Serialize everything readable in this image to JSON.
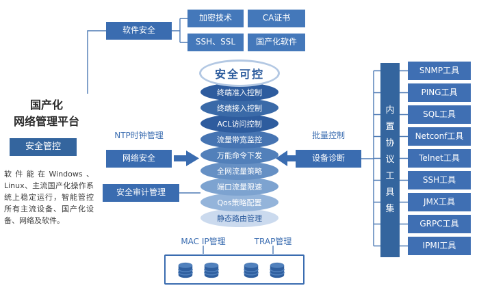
{
  "colors": {
    "accent": "#3a6cb0",
    "accent_dark": "#34659e",
    "grid_box": "#4478ba",
    "cylinder_layer_top": "#2e5c9e",
    "cylinder_layer_bottom": "#cbdaee",
    "label_text": "#3a6cb0"
  },
  "left": {
    "title_line1": "国产化",
    "title_line2": "网络管理平台",
    "control_button": "安全管控",
    "description": "软件能在Windows、Linux、主流国产化操作系统上稳定运行，智能管控所有主流设备、国产化设备、网络及软件。"
  },
  "top": {
    "software_security": "软件安全",
    "items": [
      "加密技术",
      "CA证书",
      "SSH、SSL",
      "国产化软件"
    ]
  },
  "middle": {
    "ntp_label": "NTP时钟管理",
    "network_security": "网络安全",
    "audit": "安全审计管理",
    "batch_label": "批量控制",
    "diagnosis": "设备诊断"
  },
  "cylinder": {
    "top_label": "安全可控",
    "layers": [
      "终端准入控制",
      "终端接入控制",
      "ACL访问控制",
      "流量带宽监控",
      "万能命令下发",
      "全网流量策略",
      "端口流量限速",
      "Qos策略配置",
      "静态路由管理"
    ]
  },
  "right": {
    "toolset_label": "内置协议工具集",
    "tools": [
      "SNMP工具",
      "PING工具",
      "SQL工具",
      "Netconf工具",
      "Telnet工具",
      "SSH工具",
      "JMX工具",
      "GRPC工具",
      "IPMI工具"
    ]
  },
  "bottom": {
    "mac_ip": "MAC IP管理",
    "trap": "TRAP管理"
  }
}
